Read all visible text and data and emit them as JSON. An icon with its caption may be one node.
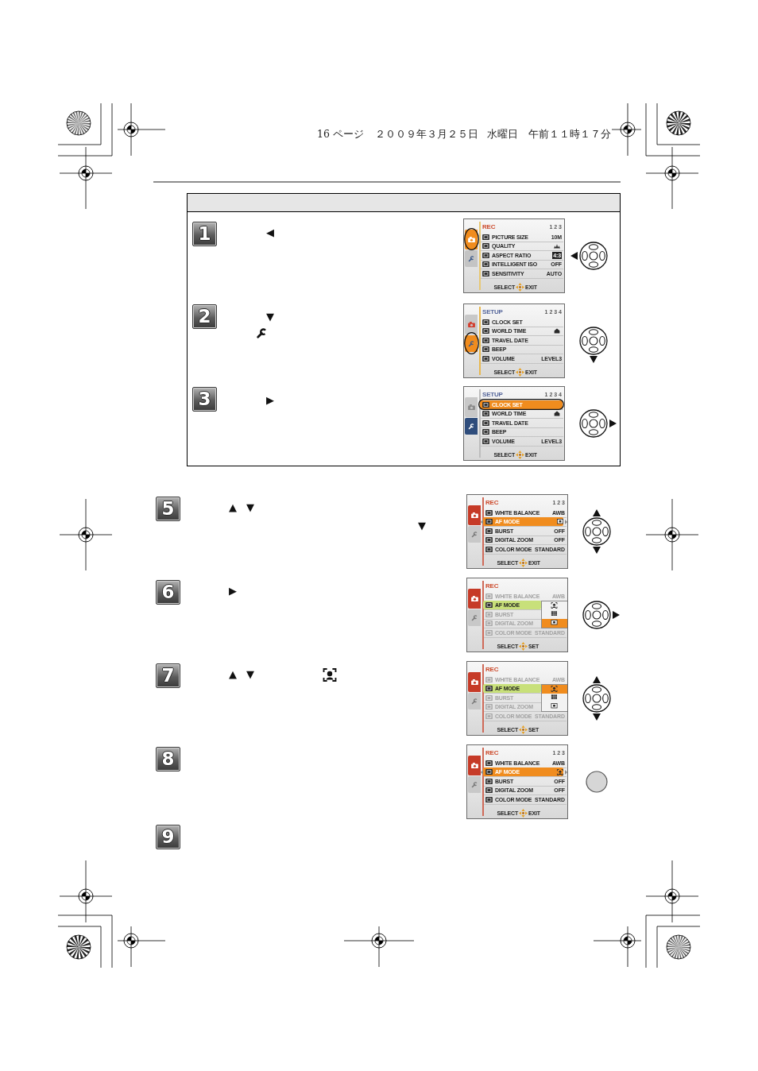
{
  "diagram": {
    "nodes": [
      {
        "text": [
          "1"
        ]
      },
      {
        "text": [
          "REC",
          "1 2 3",
          "PICTURE SIZE",
          "10M",
          "QUALITY",
          "ASPECT RATIO",
          "4:3",
          "INTELLIGENT ISO",
          "OFF",
          "SENSITIVITY",
          "AUTO",
          "SELECT",
          "EXIT"
        ]
      },
      {
        "text": [
          "2"
        ]
      },
      {
        "text": [
          "SETUP",
          "1 2 3 4",
          "CLOCK SET",
          "WORLD TIME",
          "TRAVEL DATE",
          "BEEP",
          "VOLUME",
          "LEVEL3",
          "SELECT",
          "EXIT"
        ]
      },
      {
        "text": [
          "3"
        ]
      },
      {
        "text": [
          "SETUP",
          "1 2 3 4",
          "CLOCK SET",
          "WORLD TIME",
          "TRAVEL DATE",
          "BEEP",
          "VOLUME",
          "LEVEL3",
          "SELECT",
          "EXIT"
        ]
      },
      {
        "text": [
          "5"
        ]
      },
      {
        "text": [
          "REC",
          "1 2 3",
          "WHITE BALANCE",
          "AWB",
          "AF MODE",
          "BURST",
          "OFF",
          "DIGITAL ZOOM",
          "OFF",
          "COLOR MODE",
          "STANDARD",
          "SELECT",
          "EXIT"
        ]
      },
      {
        "text": [
          "6"
        ]
      },
      {
        "text": [
          "REC",
          "WHITE BALANCE",
          "AWB",
          "AF MODE",
          "BURST",
          "DIGITAL ZOOM",
          "COLOR MODE",
          "STANDARD",
          "SELECT",
          "SET"
        ]
      },
      {
        "text": [
          "7"
        ]
      },
      {
        "text": [
          "REC",
          "WHITE BALANCE",
          "AWB",
          "AF MODE",
          "BURST",
          "DIGITAL ZOOM",
          "COLOR MODE",
          "STANDARD",
          "SELECT",
          "SET"
        ]
      },
      {
        "text": [
          "8"
        ]
      },
      {
        "text": [
          "REC",
          "1 2 3",
          "WHITE BALANCE",
          "AWB",
          "AF MODE",
          "BURST",
          "OFF",
          "DIGITAL ZOOM",
          "OFF",
          "COLOR MODE",
          "STANDARD",
          "SELECT",
          "EXIT"
        ]
      },
      {
        "text": [
          "9"
        ]
      }
    ],
    "labels": [
      "16 ページ",
      "２００９年３月２５日",
      "水曜日",
      "午前１１時１７分",
      "◀",
      "▼",
      "▶",
      "▲ ▼",
      "▼",
      "▶",
      "▲ ▼"
    ]
  }
}
